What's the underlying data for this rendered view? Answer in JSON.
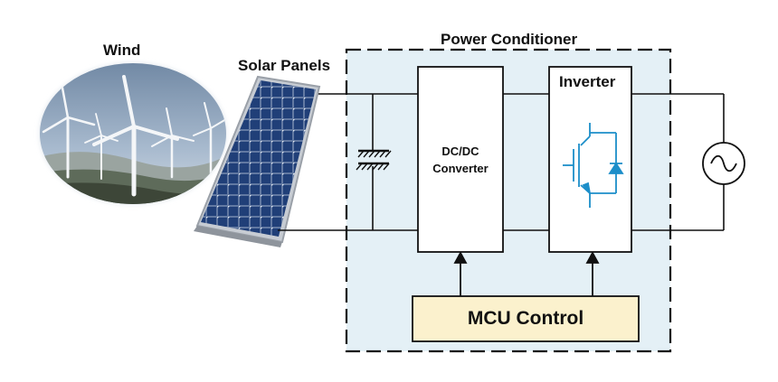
{
  "labels": {
    "wind": "Wind",
    "solar_panels": "Solar Panels",
    "power_conditioner": "Power Conditioner",
    "inverter": "Inverter",
    "dcdc_line1": "DC/DC",
    "dcdc_line2": "Converter",
    "mcu_control": "MCU Control"
  },
  "icons": {
    "wind_scene": "wind-turbines-icon",
    "solar_panel": "solar-panel-icon",
    "capacitor": "capacitor-icon",
    "igbt": "igbt-transistor-icon",
    "ac_source": "ac-source-icon"
  },
  "colors": {
    "enclosure_fill": "#e4f0f6",
    "mcu_fill": "#fbf1cd",
    "transistor": "#1c8ec9",
    "panel_cells": "#16315f",
    "sky": "#9fb2c7"
  }
}
